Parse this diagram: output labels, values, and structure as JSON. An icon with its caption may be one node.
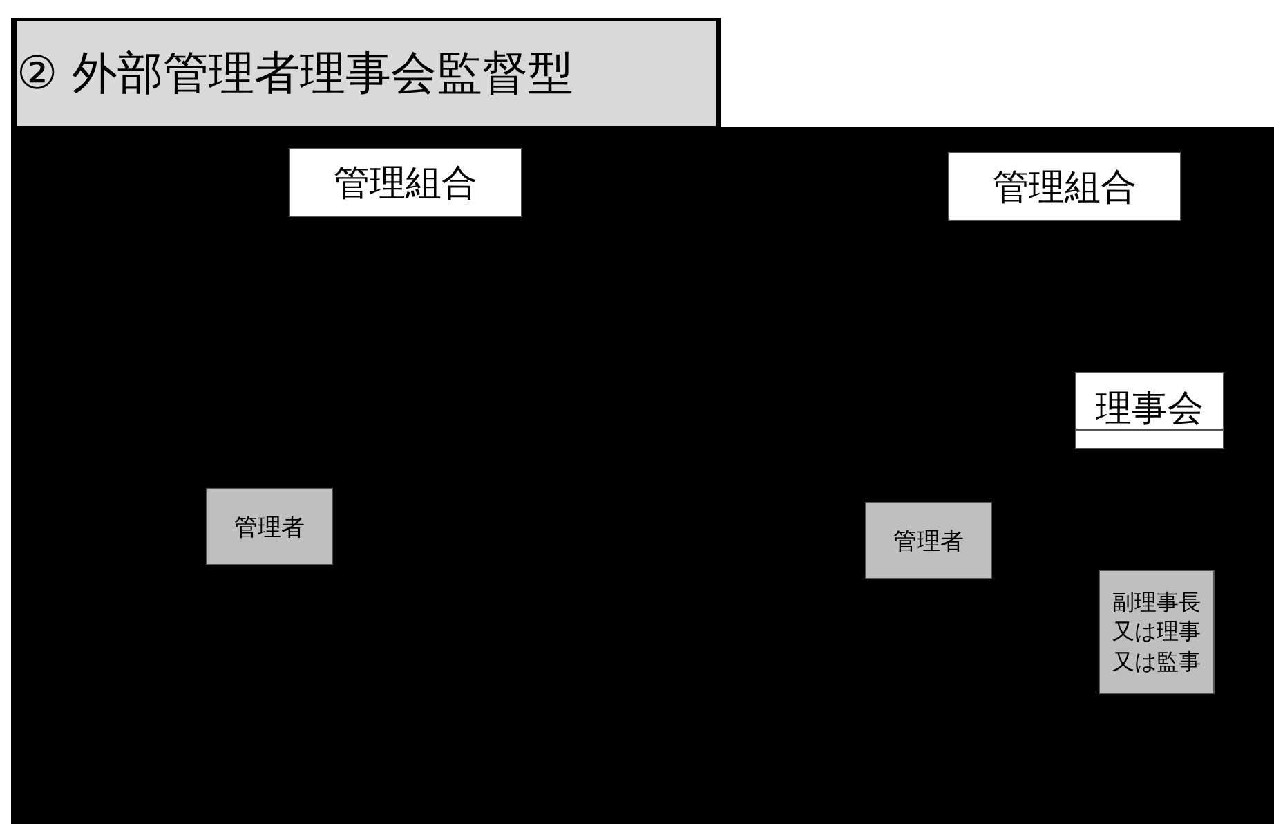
{
  "diagram": {
    "title": "② 外部管理者理事会監督型",
    "nodes": [
      {
        "text": [
          "管理組合"
        ]
      },
      {
        "text": [
          "管理者"
        ]
      },
      {
        "text": [
          "管理組合"
        ]
      },
      {
        "text": [
          "理事会"
        ]
      },
      {
        "text": [
          "管理者"
        ]
      },
      {
        "text": [
          "副理事長又は理事又は監事"
        ]
      }
    ],
    "edges": []
  }
}
